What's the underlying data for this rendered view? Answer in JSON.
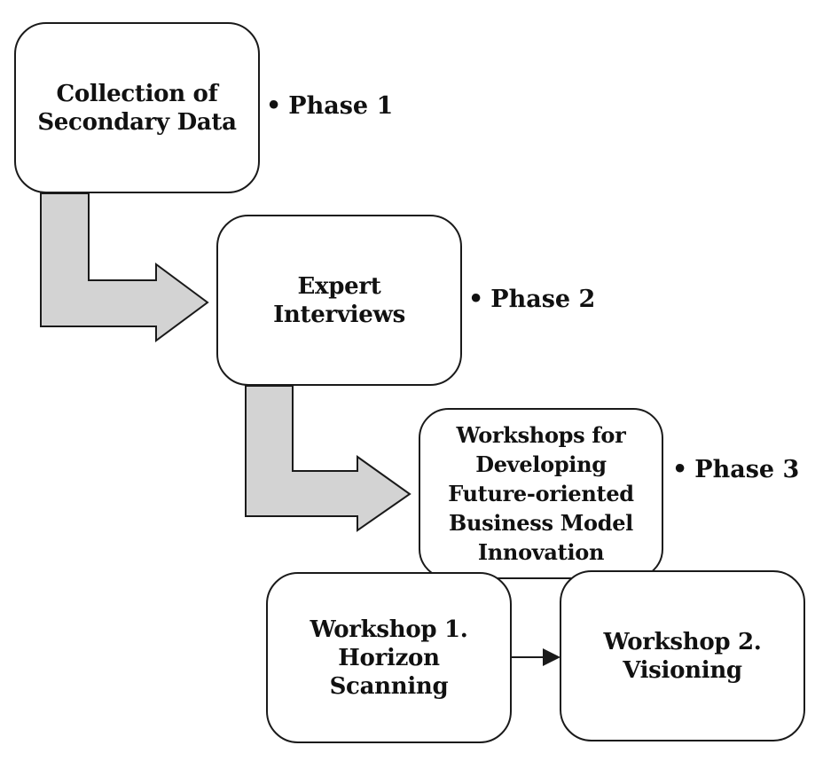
{
  "colors": {
    "arrow_fill": "#d3d3d3",
    "stroke": "#1a1a1a",
    "box_fill": "#ffffff",
    "text": "#111111"
  },
  "boxes": {
    "secondary_data": "Collection of\nSecondary Data",
    "expert_interviews": "Expert\nInterviews",
    "workshops": "Workshops for\nDeveloping\nFuture-oriented\nBusiness Model\nInnovation",
    "workshop1": "Workshop 1.\nHorizon\nScanning",
    "workshop2": "Workshop 2.\nVisioning"
  },
  "phases": {
    "bullet": "•",
    "phase1": "Phase 1",
    "phase2": "Phase 2",
    "phase3": "Phase 3"
  },
  "connectors": [
    {
      "from": "secondary_data",
      "to": "expert_interviews",
      "style": "block-arrow"
    },
    {
      "from": "expert_interviews",
      "to": "workshops",
      "style": "block-arrow"
    },
    {
      "from": "workshop1",
      "to": "workshop2",
      "style": "line-arrow"
    }
  ]
}
